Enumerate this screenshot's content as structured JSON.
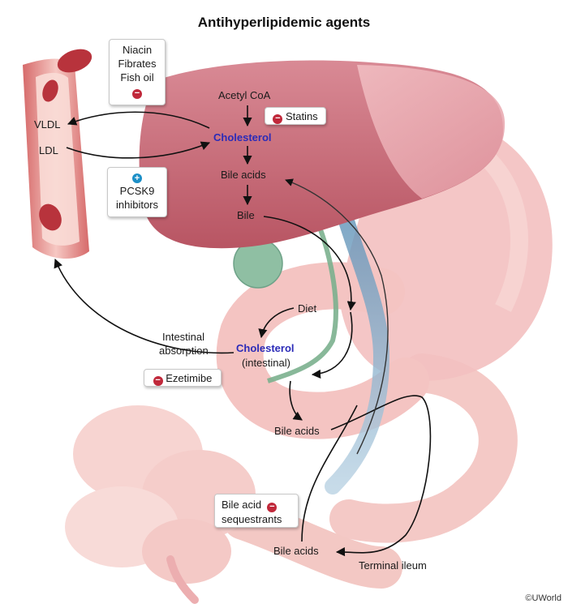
{
  "title": "Antihyperlipidemic agents",
  "labels": {
    "acetyl_coa": "Acetyl CoA",
    "cholesterol_liver": "Cholesterol",
    "bile_acids_liver": "Bile acids",
    "bile": "Bile",
    "vldl": "VLDL",
    "ldl": "LDL",
    "diet": "Diet",
    "cholesterol_intestinal": "Cholesterol",
    "intestinal_paren": "(intestinal)",
    "intestinal_absorption_1": "Intestinal",
    "intestinal_absorption_2": "absorption",
    "bile_acids_mid": "Bile acids",
    "bile_acids_bottom": "Bile acids",
    "terminal_ileum": "Terminal ileum"
  },
  "drug_boxes": {
    "niacin_fibrates": {
      "lines": [
        "Niacin",
        "Fibrates",
        "Fish oil"
      ],
      "effect": "−"
    },
    "statins": {
      "label": "Statins",
      "effect": "−"
    },
    "pcsk9": {
      "lines": [
        "PCSK9",
        "inhibitors"
      ],
      "effect": "+"
    },
    "ezetimibe": {
      "label": "Ezetimibe",
      "effect": "−"
    },
    "bile_acid_seq": {
      "lines": [
        "Bile acid",
        "sequestrants"
      ],
      "effect": "−"
    }
  },
  "credit": "©UWorld",
  "colors": {
    "inhibit": "#c0283a",
    "stimulate": "#1c8fc7",
    "liver": "#c76a78",
    "cholesterol_text": "#2b2bb8"
  }
}
